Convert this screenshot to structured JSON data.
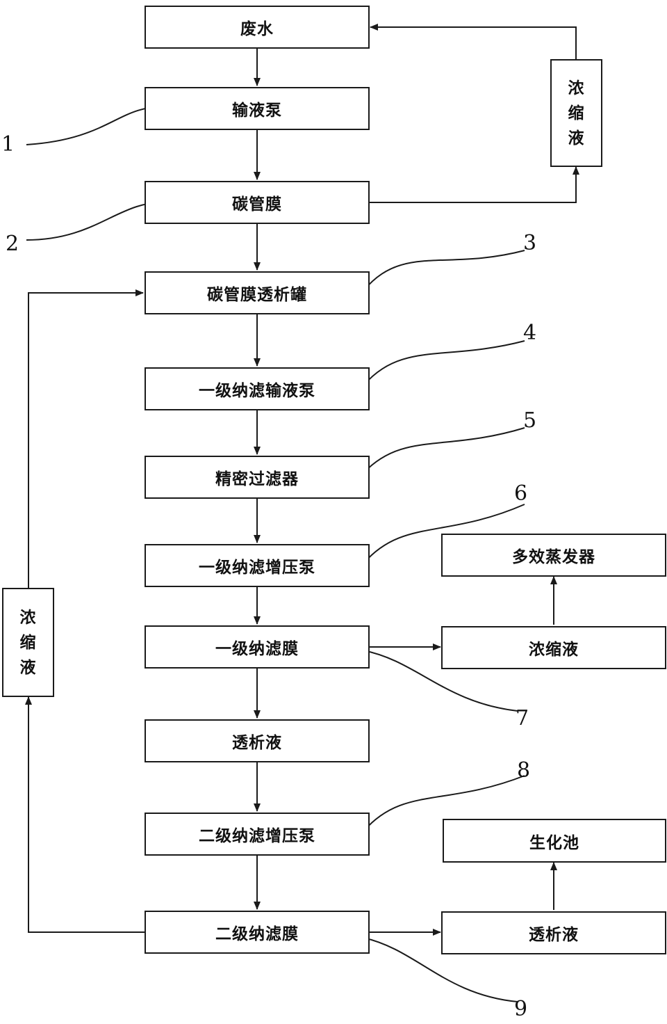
{
  "boxes": {
    "wastewater": "废水",
    "feed_pump": "输液泵",
    "carbon_tube_membrane": "碳管膜",
    "dialysis_tank": "碳管膜透析罐",
    "nf1_feed_pump": "一级纳滤输液泵",
    "precision_filter": "精密过滤器",
    "nf1_booster_pump": "一级纳滤增压泵",
    "nf1_membrane": "一级纳滤膜",
    "dialysate": "透析液",
    "nf2_booster_pump": "二级纳滤增压泵",
    "nf2_membrane": "二级纳滤膜",
    "evaporator": "多效蒸发器",
    "concentrate_right": "浓缩液",
    "biochem_pool": "生化池",
    "dialysate_right": "透析液"
  },
  "side_boxes": {
    "concentrate_top": [
      "浓",
      "缩",
      "液"
    ],
    "concentrate_left": [
      "浓",
      "缩",
      "液"
    ]
  },
  "callouts": [
    "1",
    "2",
    "3",
    "4",
    "5",
    "6",
    "7",
    "8",
    "9"
  ]
}
